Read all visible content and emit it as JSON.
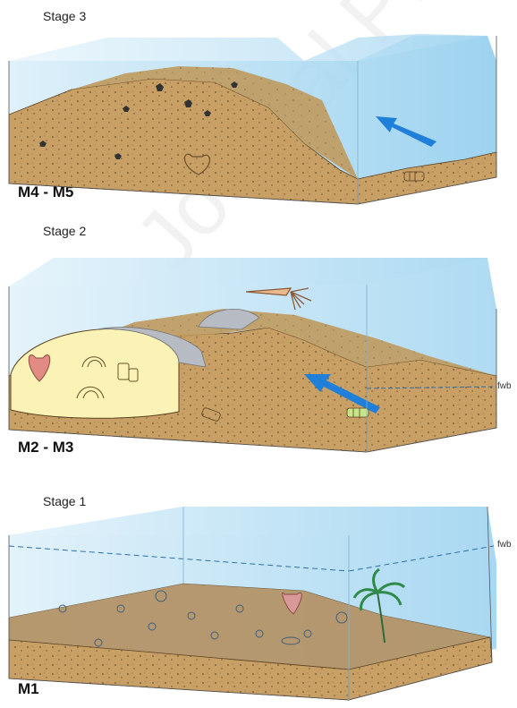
{
  "stages": [
    {
      "title": "Stage 3",
      "unit": "M4 - M5"
    },
    {
      "title": "Stage 2",
      "unit": "M2 - M3",
      "fwb_label": "fwb"
    },
    {
      "title": "Stage 1",
      "unit": "M1",
      "fwb_label": "fwb"
    }
  ],
  "watermark": "Journal Pre-proof",
  "colors": {
    "sediment": "#c8a066",
    "sediment_dark": "#a8834c",
    "water": "#bfe2f4",
    "water_deep": "#8ccbed",
    "current_arrow": "#1f7fd9",
    "buildup": "#fbf3b5",
    "buildup_cap": "#b7bcc4"
  }
}
